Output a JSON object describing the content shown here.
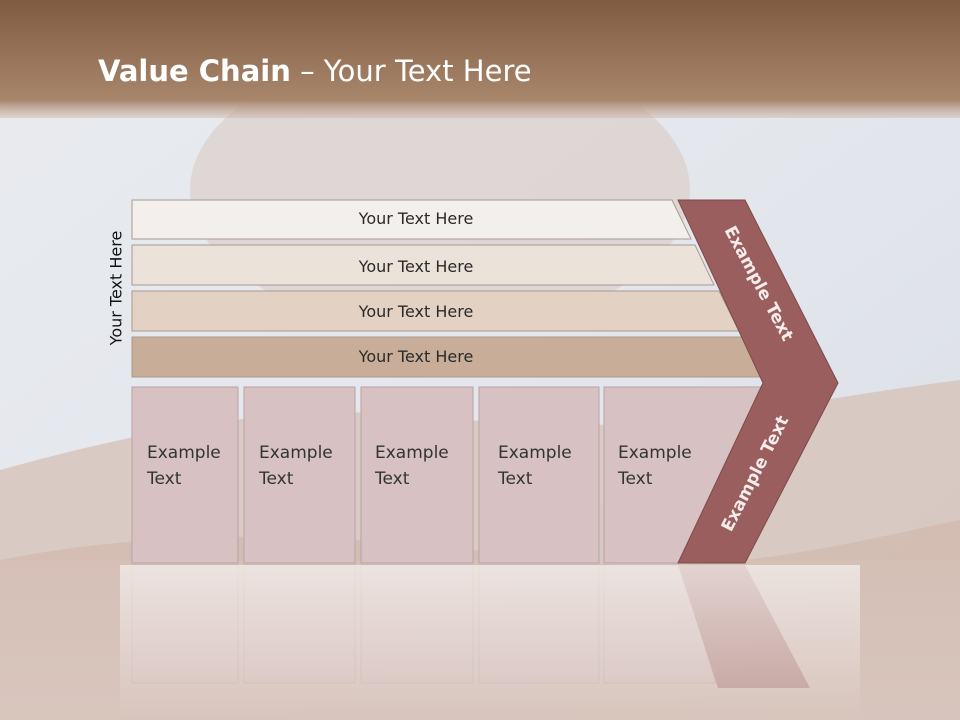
{
  "title": {
    "bold": "Value Chain",
    "rest": " – Your Text Here"
  },
  "side_label": "Your Text Here",
  "rows": [
    {
      "label": "Your Text Here",
      "color": "#f3efec"
    },
    {
      "label": "Your Text Here",
      "color": "#ebe2da"
    },
    {
      "label": "Your Text Here",
      "color": "#e3d2c3"
    },
    {
      "label": "Your Text Here",
      "color": "#c8ae99"
    }
  ],
  "cells": [
    {
      "line1": "Example",
      "line2": "Text"
    },
    {
      "line1": "Example",
      "line2": "Text"
    },
    {
      "line1": "Example",
      "line2": "Text"
    },
    {
      "line1": "Example",
      "line2": "Text"
    },
    {
      "line1": "Example",
      "line2": "Text"
    }
  ],
  "chevron": {
    "upper_label": "Example Text",
    "lower_label": "Example Text",
    "color": "#9a5e5f"
  },
  "colors": {
    "header": "#8f6b52",
    "cell_fill": "#d7c1c3",
    "cell_border": "#b9a2a4"
  }
}
